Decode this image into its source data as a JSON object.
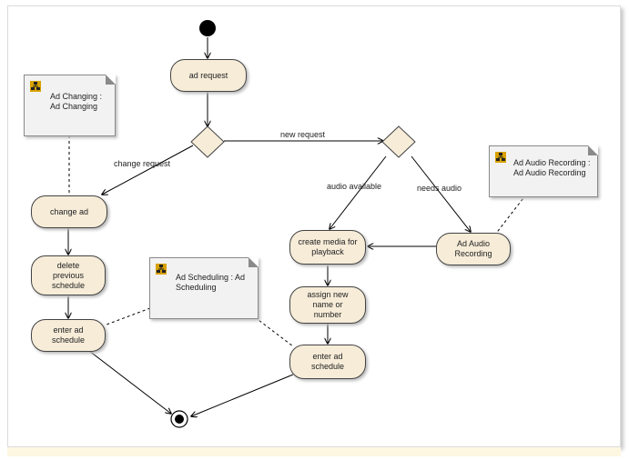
{
  "diagram": {
    "actions": {
      "ad_request": "ad request",
      "change_ad": "change ad",
      "delete_schedule": "delete previous schedule",
      "enter_schedule_left": "enter ad schedule",
      "create_media": "create media for playback",
      "assign_name": "assign new name or number",
      "enter_schedule_right": "enter ad schedule",
      "ad_audio_recording": "Ad Audio Recording"
    },
    "notes": {
      "ad_changing": "Ad Changing : Ad Changing",
      "ad_scheduling": "Ad Scheduling : Ad Scheduling",
      "ad_audio_recording": "Ad Audio Recording : Ad Audio Recording"
    },
    "edge_labels": {
      "new_request": "new request",
      "change_request": "change request",
      "audio_available": "audio available",
      "needs_audio": "needs audio"
    },
    "colors": {
      "action_fill": "#f6ecd8",
      "note_fill": "#f2f2f2",
      "line": "#000000"
    }
  }
}
